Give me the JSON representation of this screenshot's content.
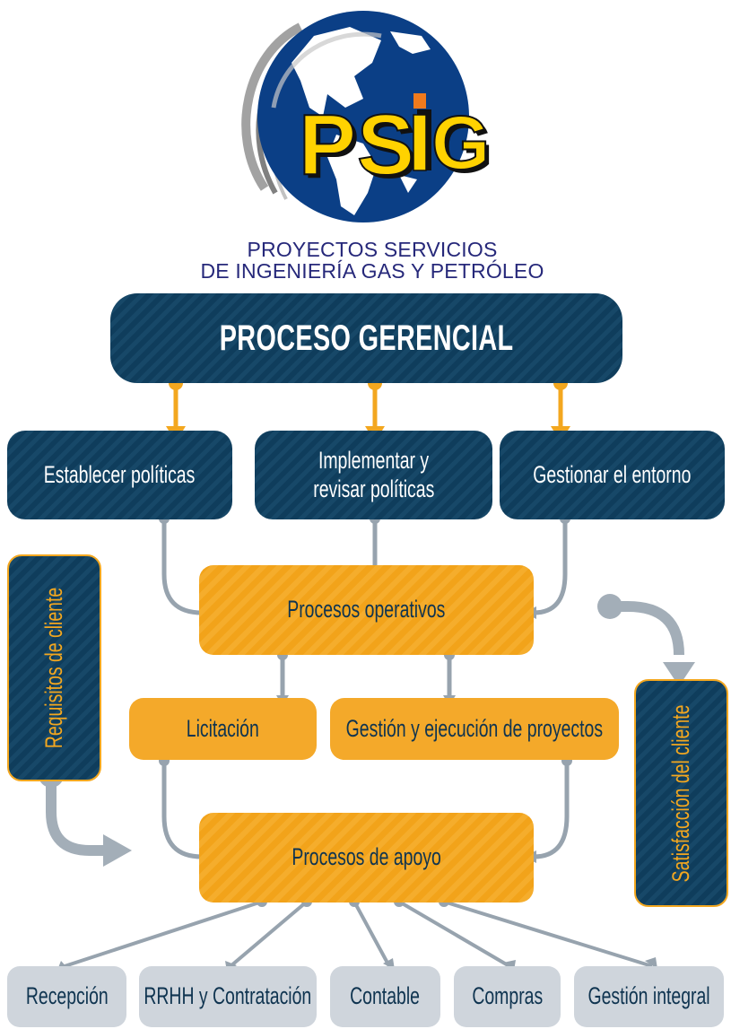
{
  "logo": {
    "brand_letters": [
      "P",
      "S",
      "i",
      "G"
    ],
    "tagline_line1": "PROYECTOS SERVICIOS",
    "tagline_line2": "DE INGENIERÍA GAS Y PETRÓLEO"
  },
  "colors": {
    "navy": "#0f3d5c",
    "orange": "#f3a71f",
    "connector_grey": "#97a3ae",
    "leaf_grey": "#cfd5dc",
    "tagline_blue": "#26287a"
  },
  "diagram": {
    "top": {
      "label": "PROCESO GERENCIAL"
    },
    "management_steps": [
      {
        "label": "Establecer políticas"
      },
      {
        "label_line1": "Implementar y",
        "label_line2": "revisar políticas"
      },
      {
        "label": "Gestionar el entorno"
      }
    ],
    "operational": {
      "label": "Procesos operativos"
    },
    "operational_children": [
      {
        "label": "Licitación"
      },
      {
        "label": "Gestión y ejecución de proyectos"
      }
    ],
    "support": {
      "label": "Procesos de apoyo"
    },
    "support_children": [
      {
        "label": "Recepción"
      },
      {
        "label": "RRHH y Contratación"
      },
      {
        "label": "Contable"
      },
      {
        "label": "Compras"
      },
      {
        "label": "Gestión integral"
      }
    ],
    "input_side": {
      "label": "Requisitos de cliente"
    },
    "output_side": {
      "label": "Satisfacción del cliente"
    }
  }
}
